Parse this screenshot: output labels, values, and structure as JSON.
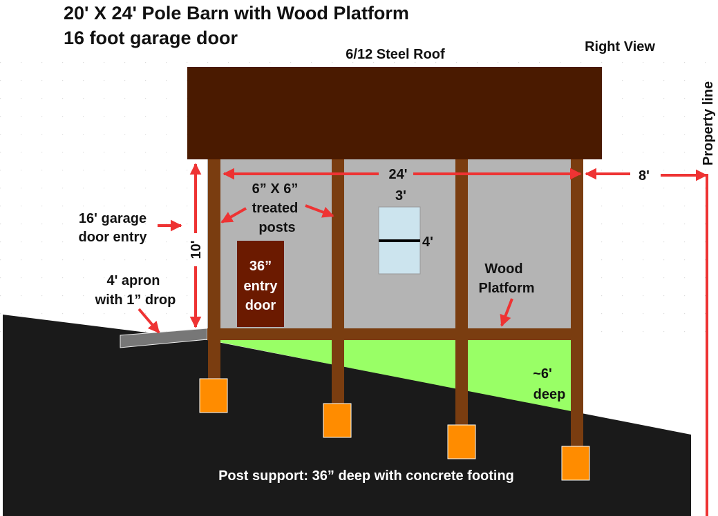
{
  "title": {
    "line1": "20' X 24' Pole Barn with Wood Platform",
    "line2": "16 foot garage door"
  },
  "labels": {
    "roof": "6/12 Steel Roof",
    "view": "Right View",
    "property_line": "Property line",
    "width_dim": "24'",
    "setback_dim": "8'",
    "height_dim": "10'",
    "posts_line1": "6” X 6”",
    "posts_line2": "treated",
    "posts_line3": "posts",
    "window_width": "3'",
    "window_height": "4'",
    "garage_line1": "16' garage",
    "garage_line2": "door entry",
    "apron_line1": "4' apron",
    "apron_line2": "with 1” drop",
    "door_line1": "36”",
    "door_line2": "entry",
    "door_line3": "door",
    "platform_line1": "Wood",
    "platform_line2": "Platform",
    "depth_line1": "~6'",
    "depth_line2": "deep",
    "footing_note": "Post support: 36” deep with concrete footing"
  },
  "colors": {
    "roof": "#4a1a00",
    "wall": "#b4b4b4",
    "post": "#7a3d10",
    "footing": "#ff8c00",
    "ground": "#1a1a1a",
    "fill_area": "#99ff66",
    "window": "#cce4ee",
    "arrow": "#ee3333",
    "apron": "#777777",
    "door": "#6b1a00"
  }
}
